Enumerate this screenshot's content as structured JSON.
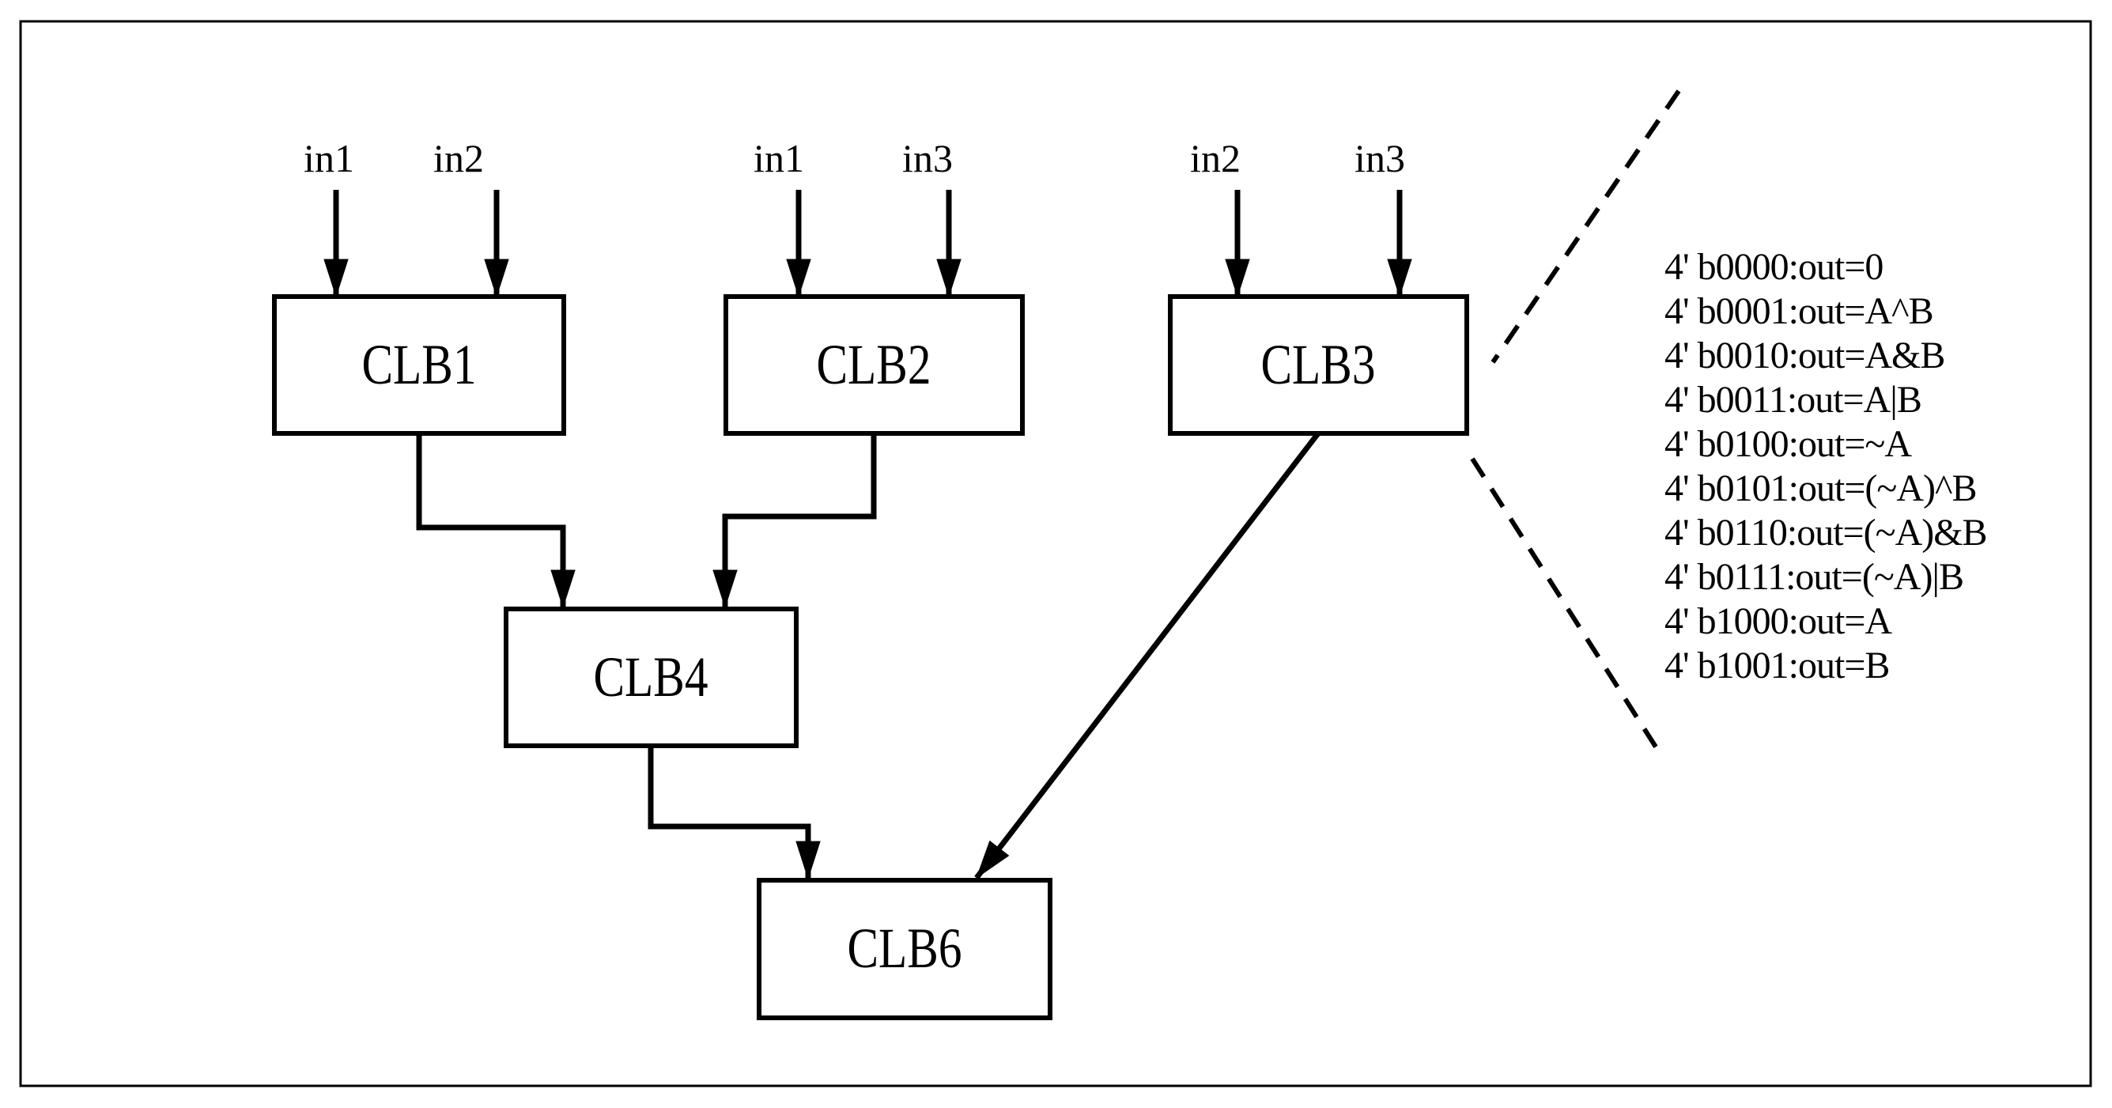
{
  "diagram": {
    "background": "#ffffff",
    "ink": "#000000",
    "type": "FPGA CLB routing diagram"
  },
  "blocks": [
    {
      "label": "CLB1"
    },
    {
      "label": "CLB2"
    },
    {
      "label": "CLB3"
    },
    {
      "label": "CLB4"
    },
    {
      "label": "CLB6"
    }
  ],
  "inputs": [
    {
      "label": "in1"
    },
    {
      "label": "in2"
    },
    {
      "label": "in1"
    },
    {
      "label": "in3"
    },
    {
      "label": "in2"
    },
    {
      "label": "in3"
    }
  ],
  "legend": {
    "lines": [
      "4' b0000:out=0",
      "4' b0001:out=A^B",
      "4' b0010:out=A&B",
      "4' b0011:out=A|B",
      "4' b0100:out=~A",
      "4' b0101:out=(~A)^B",
      "4' b0110:out=(~A)&B",
      "4' b0111:out=(~A)|B",
      "4' b1000:out=A",
      "4' b1001:out=B"
    ]
  }
}
